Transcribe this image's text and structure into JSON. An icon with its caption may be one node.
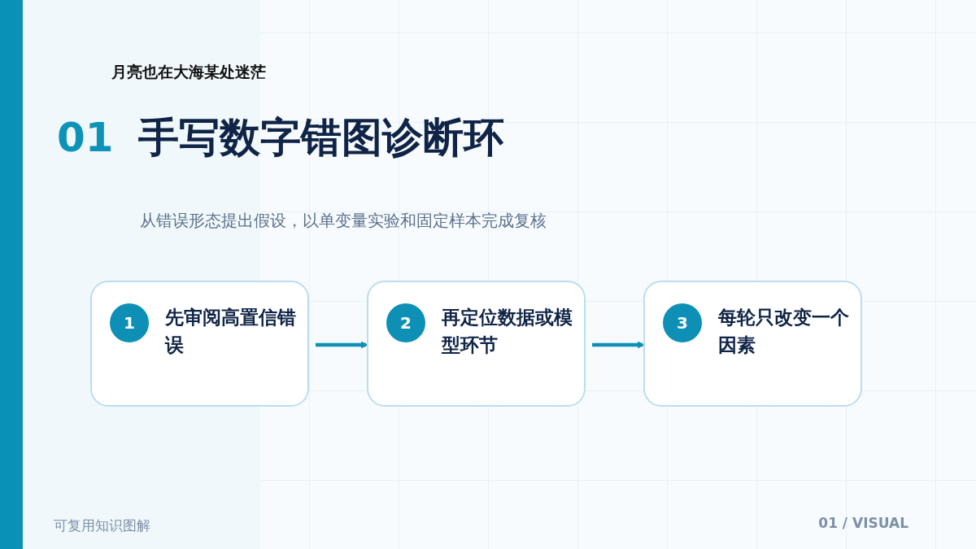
{
  "diagram": {
    "title": "手写数字错图诊断环",
    "nodes": [
      {
        "text": [
          "1",
          "先审阅高置信错误"
        ]
      },
      {
        "text": [
          "2",
          "再定位数据或模型环节"
        ]
      },
      {
        "text": [
          "3",
          "每轮只改变一个因素"
        ]
      }
    ],
    "edges": [
      {
        "from": 0,
        "to": 1,
        "arrow": "to"
      },
      {
        "from": 1,
        "to": 2,
        "arrow": "to"
      }
    ],
    "labels": [
      "月亮也在大海某处迷茫",
      "01",
      "从错误形态提出假设，以单变量实验和固定样本完成复核",
      "可复用知识图解",
      "01 / VISUAL"
    ]
  }
}
